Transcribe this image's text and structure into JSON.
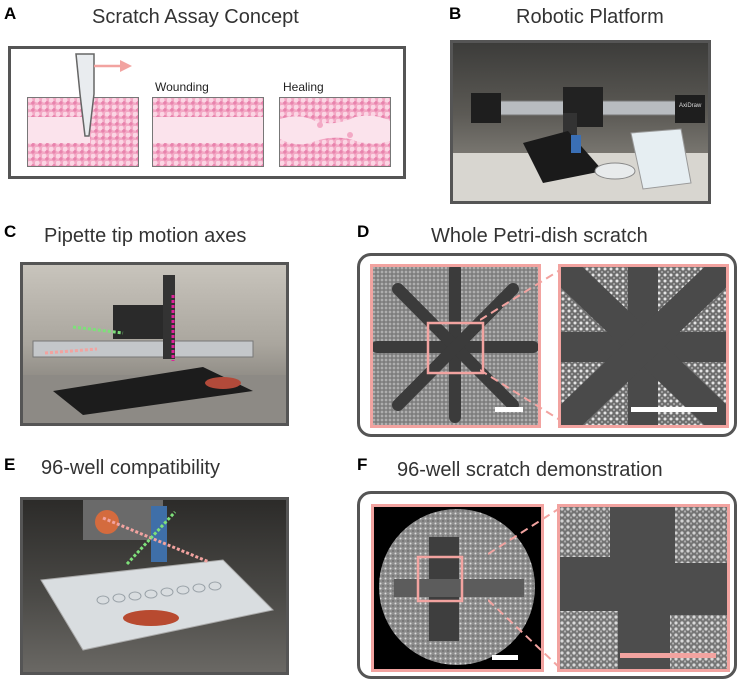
{
  "panels": {
    "A": {
      "label": "A",
      "title": "Scratch Assay Concept",
      "stage_wounding": "Wounding",
      "stage_healing": "Healing"
    },
    "B": {
      "label": "B",
      "title": "Robotic Platform",
      "device_text": "AxiDraw"
    },
    "C": {
      "label": "C",
      "title": "Pipette tip motion axes"
    },
    "D": {
      "label": "D",
      "title": "Whole Petri-dish scratch"
    },
    "E": {
      "label": "E",
      "title": "96-well compatibility"
    },
    "F": {
      "label": "F",
      "title": "96-well scratch demonstration"
    }
  },
  "colors": {
    "frame": "#555555",
    "zoom_box": "#f2a3a0",
    "arrow_x": "#f2a3a0",
    "arrow_y": "#7ee07a",
    "arrow_z": "#e0209a",
    "tissue": "#f3a9c5"
  }
}
